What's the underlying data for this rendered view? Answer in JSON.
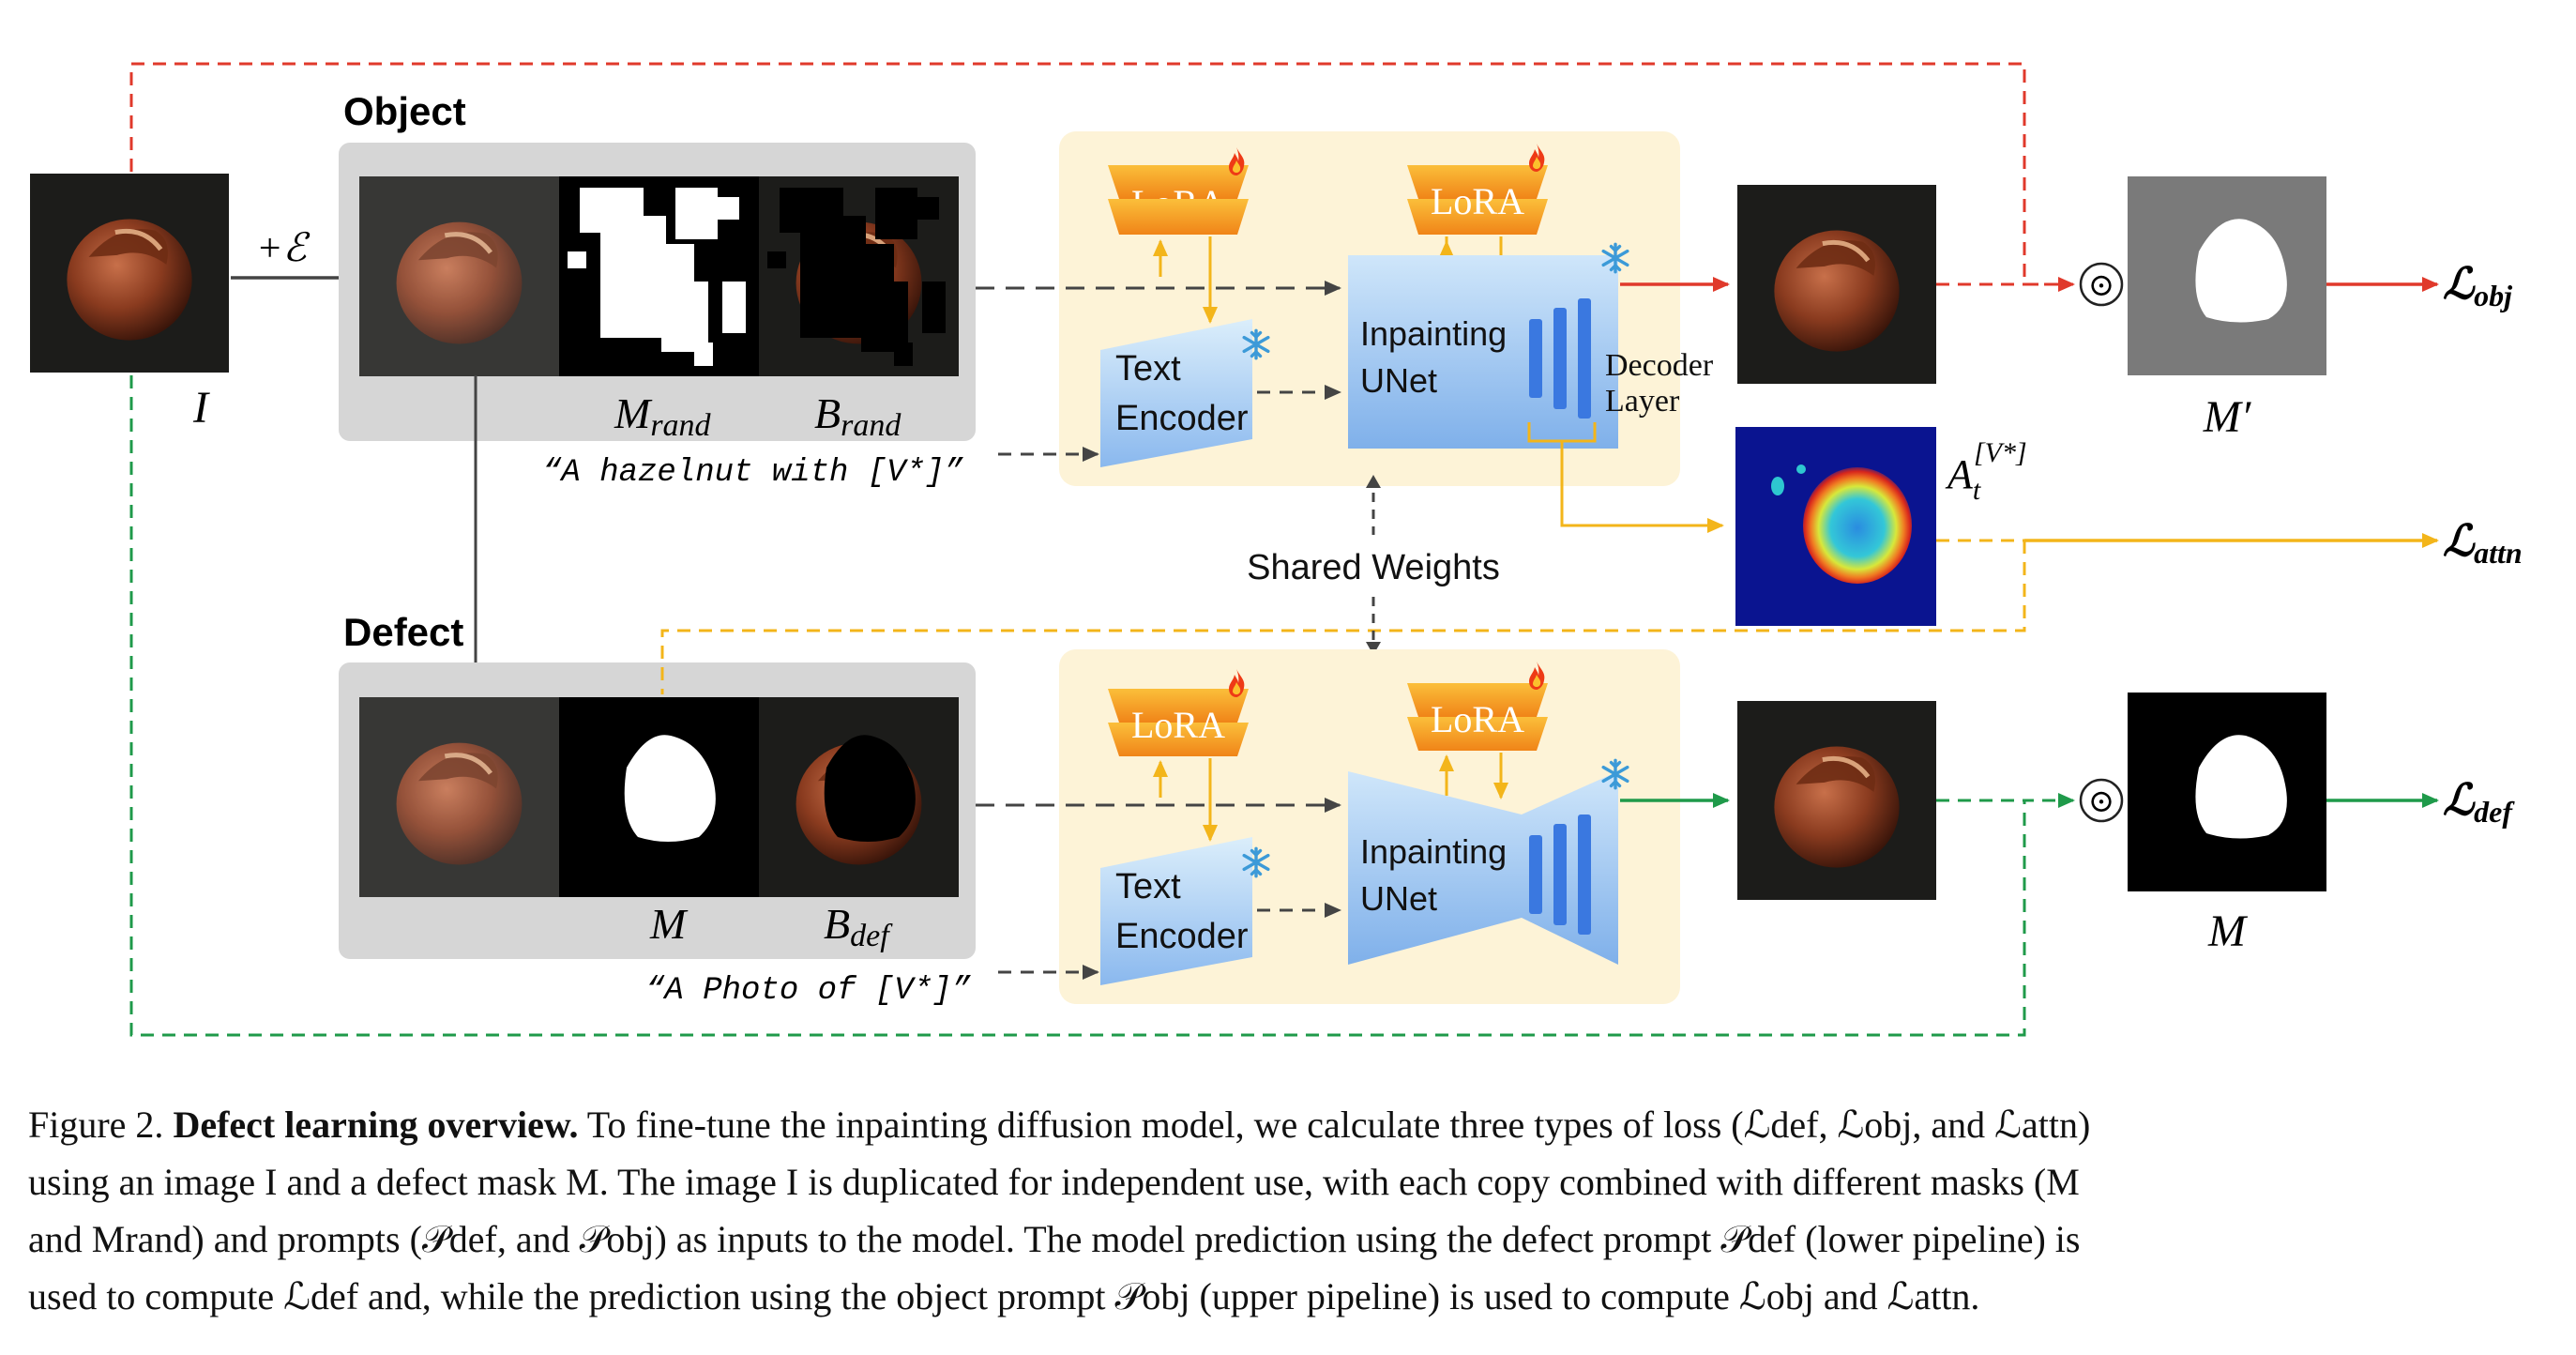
{
  "diagram": {
    "inputs": {
      "image_label": "I",
      "noise_label": "+ℰ",
      "object_section_title": "Object",
      "defect_section_title": "Defect",
      "m_rand_label": "M",
      "m_rand_sub": "rand",
      "b_rand_label": "B",
      "b_rand_sub": "rand",
      "m_label": "M",
      "b_def_label": "B",
      "b_def_sub": "def",
      "object_prompt": "“A hazelnut with [V*]”",
      "defect_prompt": "“A Photo of [V*]”"
    },
    "model": {
      "lora_label": "LoRA",
      "text_encoder_label_1": "Text",
      "text_encoder_label_2": "Encoder",
      "unet_label_1": "Inpainting",
      "unet_label_2": "UNet",
      "decoder_label_1": "Decoder",
      "decoder_label_2": "Layer",
      "shared_weights_label": "Shared Weights"
    },
    "outputs": {
      "m_prime_label": "M′",
      "attn_label": "A",
      "attn_sub": "t",
      "attn_sup": "[V*]",
      "m_out_label": "M",
      "loss_symbol": "ℒ",
      "loss_obj_sub": "obj",
      "loss_attn_sub": "attn",
      "loss_def_sub": "def",
      "odot": "⊙"
    },
    "colors": {
      "red_path": "#e0392b",
      "green_path": "#1f9a4a",
      "yellow_path": "#f3b51a",
      "lora_orange": "#f39a1e",
      "panel_cream": "#fdf3d7",
      "input_gray": "#d6d6d6",
      "unet_blue": "#7fb0ea",
      "decoder_blue": "#3a78e0"
    }
  },
  "caption": {
    "label": "Figure 2.",
    "title": "Defect learning overview.",
    "body_line1": "To fine-tune the inpainting diffusion model, we calculate three types of loss (ℒdef, ℒobj, and ℒattn)",
    "body_line2": "using an image I and a defect mask M. The image I is duplicated for independent use, with each copy combined with different masks (M",
    "body_line3": "and Mrand) and prompts (𝒫def, and 𝒫obj) as inputs to the model. The model prediction using the defect prompt 𝒫def (lower pipeline) is",
    "body_line4": "used to compute ℒdef and, while the prediction using the object prompt 𝒫obj (upper pipeline) is used to compute ℒobj and ℒattn."
  }
}
